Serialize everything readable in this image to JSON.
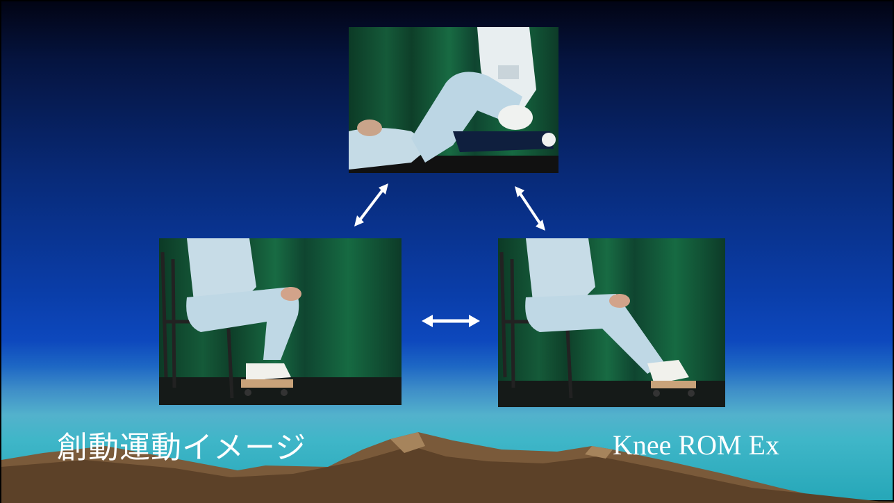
{
  "slide": {
    "caption_japanese": "創動運動イメージ",
    "caption_english": "Knee ROM Ex"
  },
  "photos": [
    {
      "name": "passive-knee-flexion-photo",
      "depicts": "therapist flexing patient knee lying down"
    },
    {
      "name": "seated-knee-flexed-photo",
      "depicts": "seated patient with knee flexed"
    },
    {
      "name": "seated-knee-extended-photo",
      "depicts": "seated patient with knee extended"
    }
  ],
  "icons": [
    "double-arrow-icon"
  ],
  "colors": {
    "sky_top": "#020414",
    "sky_mid": "#0a3da8",
    "horizon": "#53b2cc",
    "mountain": "#7a5a3a",
    "text": "#ffffff"
  }
}
